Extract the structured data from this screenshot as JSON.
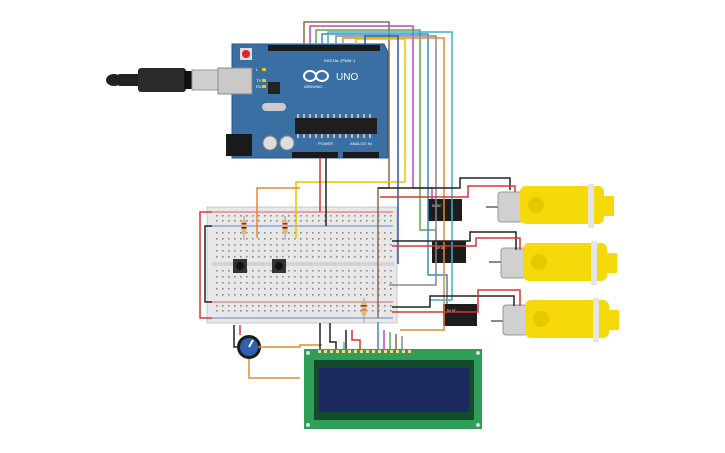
{
  "arduino": {
    "brand": "UNO",
    "maker": "ARDUINO",
    "digital_label": "DIGITAL (PWM~)",
    "power_label": "POWER",
    "analog_label": "ANALOG IN",
    "led_l": "L",
    "led_tx": "TX",
    "led_rx": "RX",
    "color_board": "#3a6fa3"
  },
  "relays": [
    {
      "label": "5V DC"
    },
    {
      "label": "5V DC"
    },
    {
      "label": "5V DC"
    }
  ],
  "colors": {
    "motor": "#f5d90a",
    "lcd_board": "#2f9e58",
    "lcd_screen": "#1a2a5e",
    "breadboard": "#e8e8e8",
    "rail_red": "#d33",
    "rail_blue": "#36c"
  },
  "icons": [
    "usb-cable-icon",
    "potentiometer-icon",
    "pushbutton-icon",
    "resistor-icon",
    "dc-motor-icon",
    "relay-icon",
    "lcd-icon"
  ]
}
